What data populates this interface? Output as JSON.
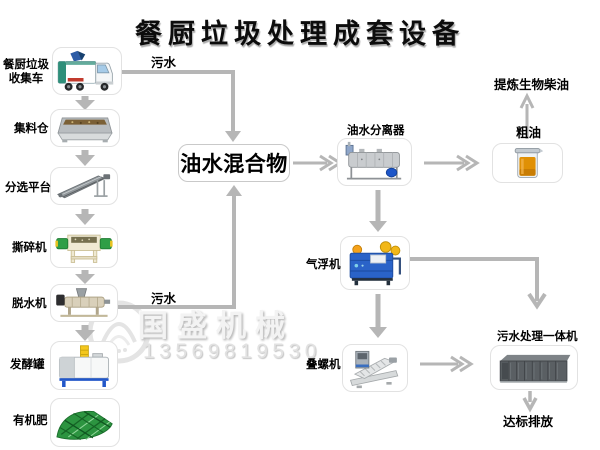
{
  "title": "餐厨垃圾处理成套设备",
  "nodes": {
    "collection_truck": "餐厨垃圾\n收集车",
    "collection_bin": "集料仓",
    "sorting_platform": "分选平台",
    "shredder": "撕碎机",
    "dewatering_machine": "脱水机",
    "fermentation_tank": "发酵罐",
    "organic_fertilizer": "有机肥",
    "oil_water_mixture": "油水混合物",
    "oil_water_separator": "油水分离器",
    "crude_oil": "粗油",
    "refine_biodiesel": "提炼生物柴油",
    "air_flotation_machine": "气浮机",
    "screw_press": "叠螺机",
    "sewage_treatment_machine": "污水处理一体机",
    "standard_discharge": "达标排放"
  },
  "edges": {
    "sewage_top": "污水",
    "sewage_bottom": "污水"
  },
  "watermark": {
    "brand": "国盛机械",
    "phone": "13569819530"
  },
  "colors": {
    "arrow": "#b6b6b6",
    "background": "#ffffff",
    "text": "#000000"
  }
}
